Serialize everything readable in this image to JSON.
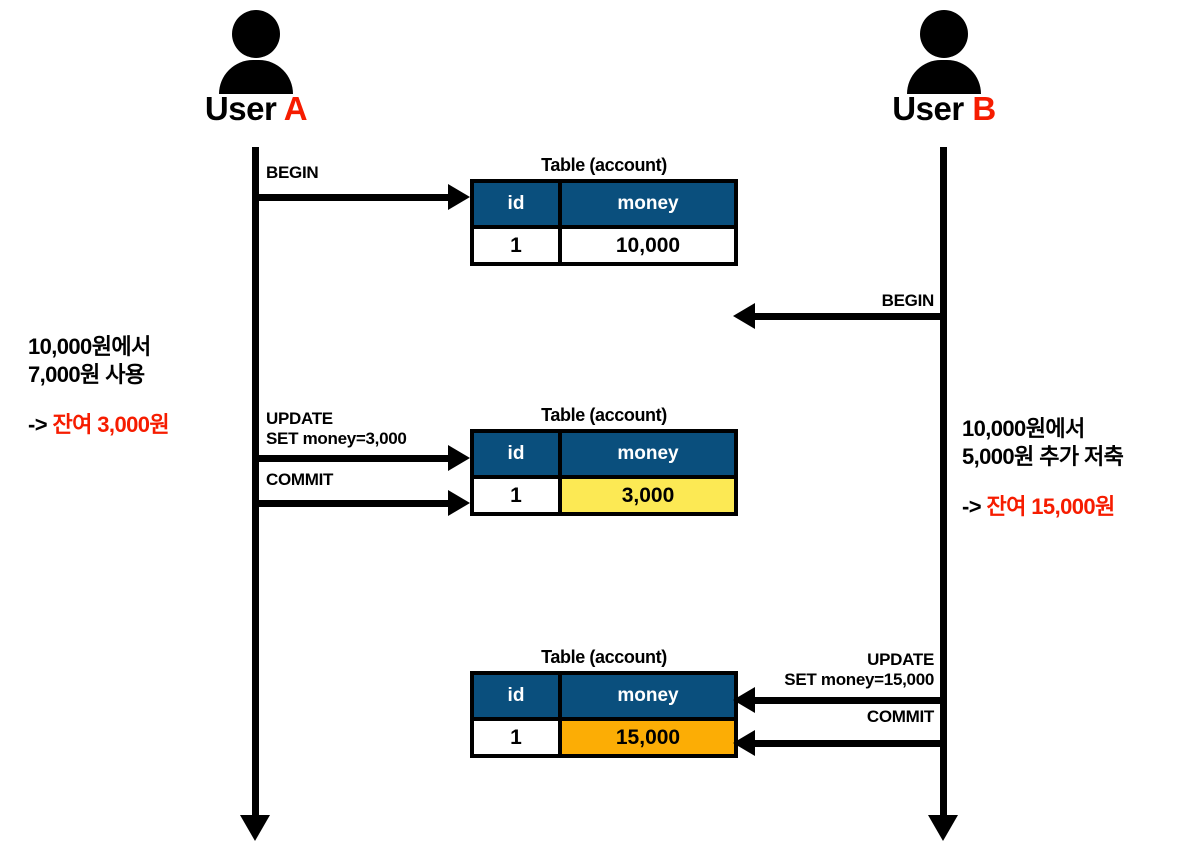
{
  "diagram": {
    "title": "Database transaction lost-update sequence diagram",
    "colors": {
      "header_blue": "#0a4f7d",
      "highlight_yellow": "#fce954",
      "highlight_orange": "#fcad05",
      "accent_red": "#f61c00",
      "ink": "#000000",
      "background": "#ffffff"
    }
  },
  "actors": [
    {
      "id": "user-a",
      "label_static": "User",
      "label_accent": "A",
      "icon": "person-icon"
    },
    {
      "id": "user-b",
      "label_static": "User",
      "label_accent": "B",
      "icon": "person-icon"
    }
  ],
  "messages": [
    {
      "id": "a-begin",
      "text": "BEGIN",
      "text2": "",
      "from": "user-a",
      "direction": "right"
    },
    {
      "id": "b-begin",
      "text": "BEGIN",
      "text2": "",
      "from": "user-b",
      "direction": "left"
    },
    {
      "id": "a-update",
      "text": "UPDATE",
      "text2": "SET money=3,000",
      "from": "user-a",
      "direction": "right"
    },
    {
      "id": "a-commit",
      "text": "COMMIT",
      "text2": "",
      "from": "user-a",
      "direction": "right"
    },
    {
      "id": "b-update",
      "text": "UPDATE",
      "text2": "SET money=15,000",
      "from": "user-b",
      "direction": "left"
    },
    {
      "id": "b-commit",
      "text": "COMMIT",
      "text2": "",
      "from": "user-b",
      "direction": "left"
    }
  ],
  "tables": [
    {
      "id": "table-1",
      "caption": "Table (account)",
      "columns": [
        "id",
        "money"
      ],
      "rows": [
        {
          "id": "1",
          "money": "10,000"
        }
      ],
      "highlight": "none"
    },
    {
      "id": "table-2",
      "caption": "Table (account)",
      "columns": [
        "id",
        "money"
      ],
      "rows": [
        {
          "id": "1",
          "money": "3,000"
        }
      ],
      "highlight": "yellow"
    },
    {
      "id": "table-3",
      "caption": "Table (account)",
      "columns": [
        "id",
        "money"
      ],
      "rows": [
        {
          "id": "1",
          "money": "15,000"
        }
      ],
      "highlight": "orange"
    }
  ],
  "notes": {
    "left": {
      "line1": "10,000원에서",
      "line2": "7,000원 사용",
      "arrow": "->",
      "result": "잔여 3,000원"
    },
    "right": {
      "line1": "10,000원에서",
      "line2": "5,000원 추가 저축",
      "arrow": "->",
      "result": "잔여 15,000원"
    }
  }
}
